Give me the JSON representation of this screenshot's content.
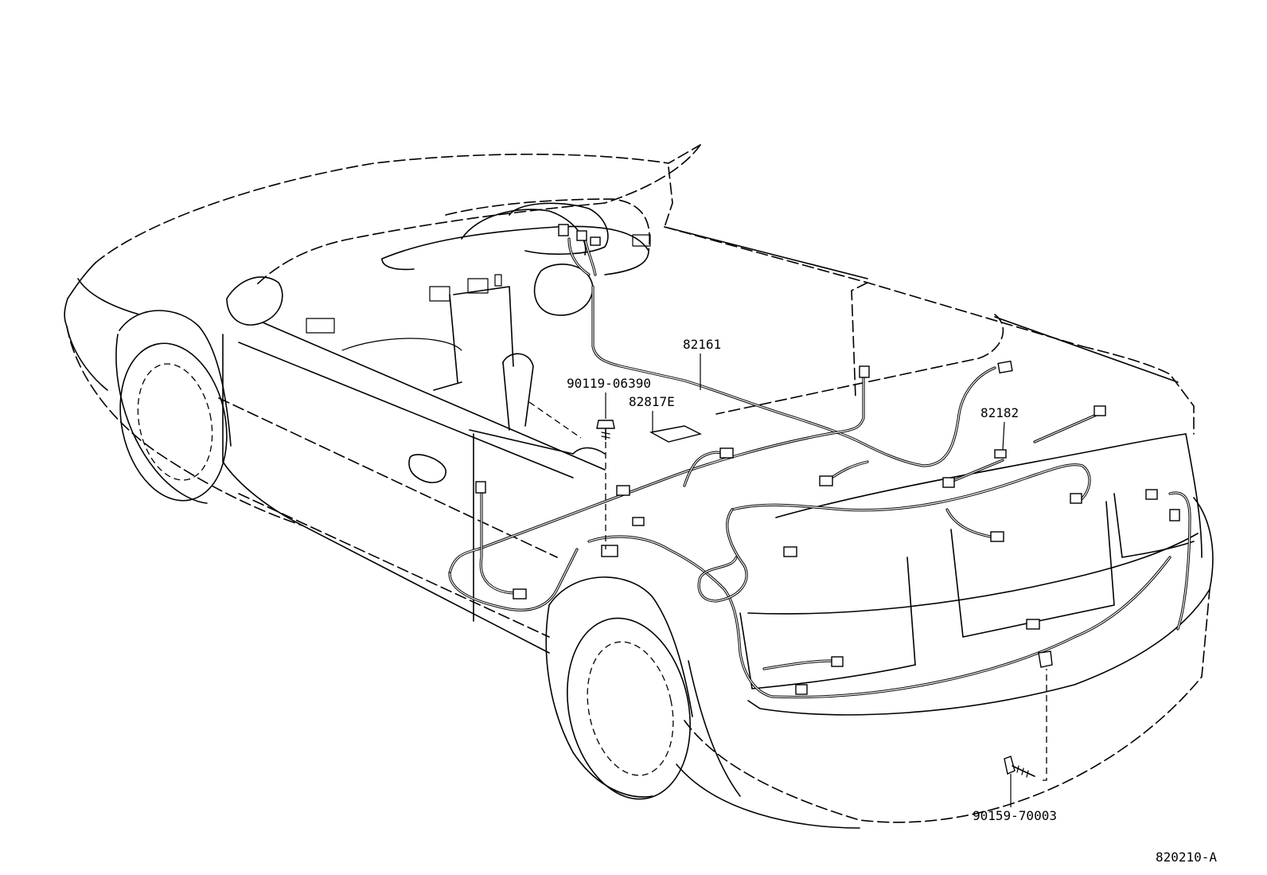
{
  "diagram": {
    "parts": [
      {
        "id": "part-82161",
        "text": "82161"
      },
      {
        "id": "part-90119-06390",
        "text": "90119-06390"
      },
      {
        "id": "part-82817E",
        "text": "82817E"
      },
      {
        "id": "part-82182",
        "text": "82182"
      },
      {
        "id": "part-90159-70003",
        "text": "90159-70003"
      }
    ],
    "figure_code": "820210-A"
  }
}
